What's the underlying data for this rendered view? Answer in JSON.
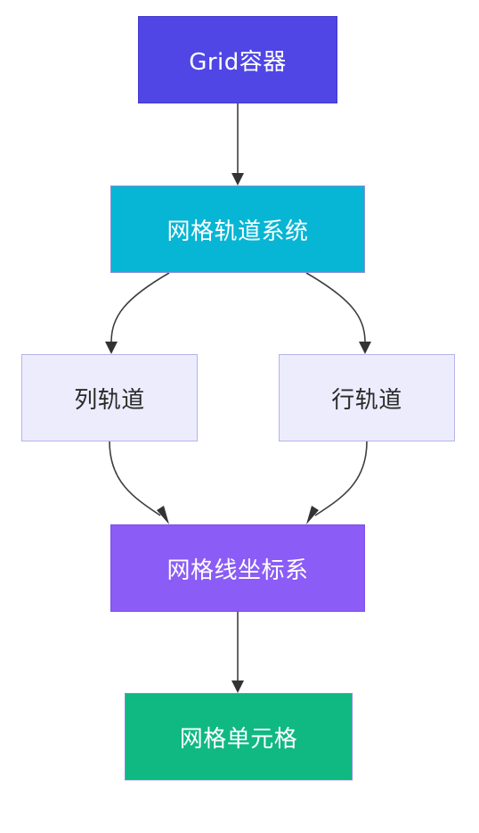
{
  "diagram": {
    "nodes": {
      "grid_container": "Grid容器",
      "track_system": "网格轨道系统",
      "column_track": "列轨道",
      "row_track": "行轨道",
      "grid_line_coords": "网格线坐标系",
      "grid_cell": "网格单元格"
    },
    "edges": [
      {
        "from": "grid_container",
        "to": "track_system"
      },
      {
        "from": "track_system",
        "to": "column_track"
      },
      {
        "from": "track_system",
        "to": "row_track"
      },
      {
        "from": "column_track",
        "to": "grid_line_coords"
      },
      {
        "from": "row_track",
        "to": "grid_line_coords"
      },
      {
        "from": "grid_line_coords",
        "to": "grid_cell"
      }
    ],
    "colors": {
      "grid_container": "#4f46e5",
      "track_system": "#06b6d4",
      "tracks": "#ececfd",
      "grid_line_coords": "#8b5cf6",
      "grid_cell": "#10b981",
      "edge": "#3f3f3f"
    }
  }
}
